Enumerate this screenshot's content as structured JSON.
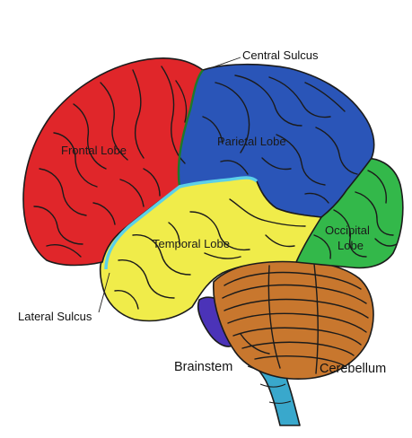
{
  "labels": {
    "central_sulcus": "Central Sulcus",
    "frontal_lobe": "Frontal Lobe",
    "parietal_lobe": "Parietal Lobe",
    "temporal_lobe": "Temporal Lobe",
    "occipital_lobe_line1": "Occipital",
    "occipital_lobe_line2": "Lobe",
    "lateral_sulcus": "Lateral Sulcus",
    "brainstem": "Brainstem",
    "cerebellum": "Cerebellum"
  },
  "colors": {
    "frontal": "#e0262a",
    "parietal": "#2a55b8",
    "temporal": "#f0ec4a",
    "occipital": "#33b84a",
    "cerebellum": "#c8772e",
    "brainstem": "#39a8cc",
    "pons": "#4b33b8",
    "sulcus_highlight": "#5cd0e8"
  }
}
